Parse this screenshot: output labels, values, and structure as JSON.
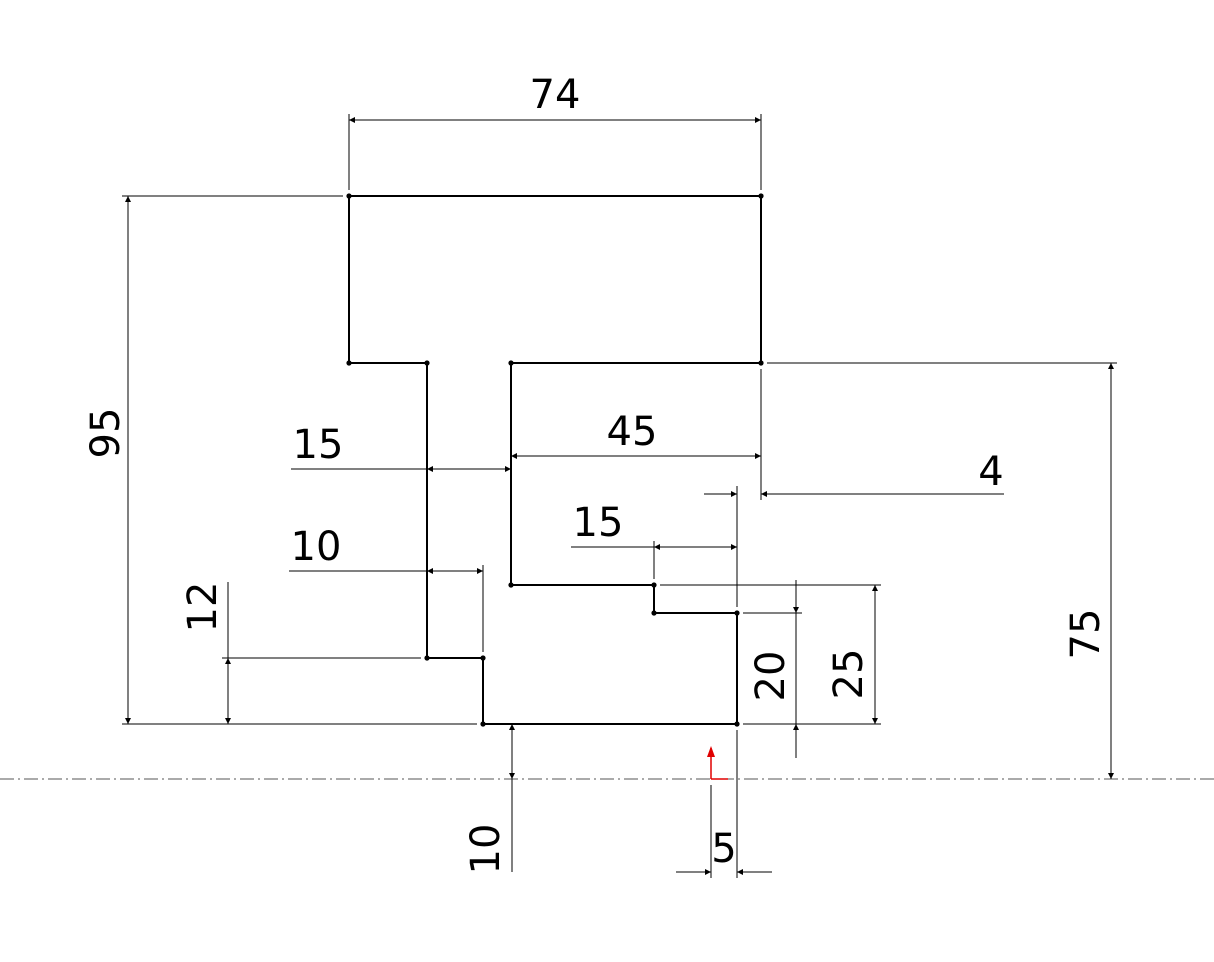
{
  "dimensions": {
    "top_width": "74",
    "overall_height": "95",
    "left_leg_width": "15",
    "right_span": "45",
    "right_offset": "4",
    "inner_step": "15",
    "foot_width": "10",
    "foot_height": "12",
    "right_step_height": "20",
    "right_height": "25",
    "centerline_height": "75",
    "bottom_offset": "10",
    "origin_offset": "5"
  },
  "colors": {
    "geometry": "#000000",
    "origin": "#e00000"
  }
}
